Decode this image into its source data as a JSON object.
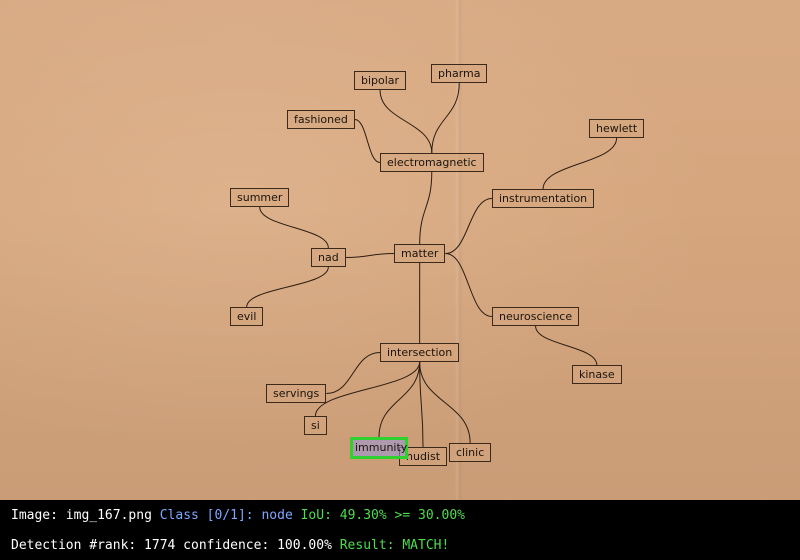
{
  "diagram": {
    "nodes": [
      {
        "id": "bipolar",
        "label": "bipolar"
      },
      {
        "id": "pharma",
        "label": "pharma"
      },
      {
        "id": "fashioned",
        "label": "fashioned"
      },
      {
        "id": "hewlett",
        "label": "hewlett"
      },
      {
        "id": "electromagnetic",
        "label": "electromagnetic"
      },
      {
        "id": "summer",
        "label": "summer"
      },
      {
        "id": "instrumentation",
        "label": "instrumentation"
      },
      {
        "id": "nad",
        "label": "nad"
      },
      {
        "id": "matter",
        "label": "matter"
      },
      {
        "id": "evil",
        "label": "evil"
      },
      {
        "id": "neuroscience",
        "label": "neuroscience"
      },
      {
        "id": "intersection",
        "label": "intersection"
      },
      {
        "id": "kinase",
        "label": "kinase"
      },
      {
        "id": "servings",
        "label": "servings"
      },
      {
        "id": "si",
        "label": "si"
      },
      {
        "id": "clinic",
        "label": "clinic"
      },
      {
        "id": "nudist",
        "label": "nudist"
      },
      {
        "id": "immunity",
        "label": "immunity"
      }
    ],
    "edges": [
      [
        "matter",
        "electromagnetic"
      ],
      [
        "electromagnetic",
        "bipolar"
      ],
      [
        "electromagnetic",
        "pharma"
      ],
      [
        "electromagnetic",
        "fashioned"
      ],
      [
        "matter",
        "instrumentation"
      ],
      [
        "instrumentation",
        "hewlett"
      ],
      [
        "matter",
        "nad"
      ],
      [
        "nad",
        "summer"
      ],
      [
        "nad",
        "evil"
      ],
      [
        "matter",
        "neuroscience"
      ],
      [
        "neuroscience",
        "kinase"
      ],
      [
        "matter",
        "intersection"
      ],
      [
        "intersection",
        "servings"
      ],
      [
        "intersection",
        "si"
      ],
      [
        "intersection",
        "immunity"
      ],
      [
        "intersection",
        "nudist"
      ],
      [
        "intersection",
        "clinic"
      ]
    ]
  },
  "detection": {
    "highlighted_node": "immunity",
    "box_color": "#2fd12f"
  },
  "status": {
    "image_prefix": "Image: ",
    "image_name": "img_167.png",
    "class_text": "Class [0/1]: node",
    "iou_text": "IoU: 49.30% >= 30.00%",
    "rank_text": "Detection #rank: 1774 confidence: 100.00%",
    "result_text": "Result: MATCH!"
  },
  "colors": {
    "paper": "#d6a67e",
    "edge": "#2b1d12",
    "class_text": "#7fa7ff",
    "ok_text": "#4ddc4d"
  }
}
